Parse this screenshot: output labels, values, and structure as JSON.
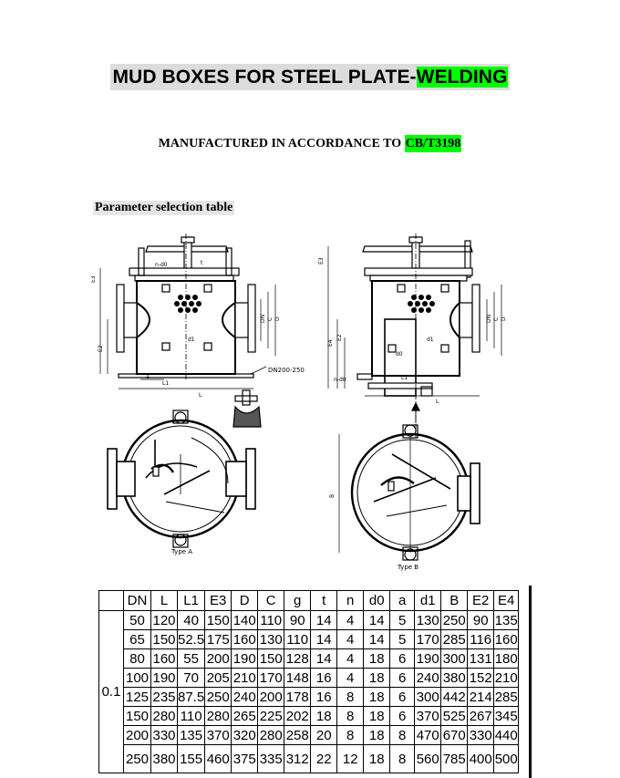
{
  "header": {
    "title_main": "MUD BOXES FOR STEEL PLATE-",
    "title_highlight": "WELDING",
    "subtitle_main": "MANUFACTURED IN ACCORDANCE TO ",
    "subtitle_highlight": "CB/T3198",
    "section_label": "Parameter selection table"
  },
  "drawing": {
    "type_a_label": "Type A",
    "type_b_label": "Type B",
    "dn_note": "DN200-250",
    "dim_labels": [
      "L",
      "L1",
      "a",
      "E3",
      "E2",
      "E4",
      "d0",
      "d1",
      "DN",
      "C",
      "D",
      "B",
      "t"
    ]
  },
  "table": {
    "columns": [
      "DN",
      "L",
      "L1",
      "E3",
      "D",
      "C",
      "g",
      "t",
      "n",
      "d0",
      "a",
      "d1",
      "B",
      "E2",
      "E4"
    ],
    "key_label": "0.1",
    "rows": [
      [
        "50",
        "120",
        "40",
        "150",
        "140",
        "110",
        "90",
        "14",
        "4",
        "14",
        "5",
        "130",
        "250",
        "90",
        "135"
      ],
      [
        "65",
        "150",
        "52.5",
        "175",
        "160",
        "130",
        "110",
        "14",
        "4",
        "14",
        "5",
        "170",
        "285",
        "116",
        "160"
      ],
      [
        "80",
        "160",
        "55",
        "200",
        "190",
        "150",
        "128",
        "14",
        "4",
        "18",
        "6",
        "190",
        "300",
        "131",
        "180"
      ],
      [
        "100",
        "190",
        "70",
        "205",
        "210",
        "170",
        "148",
        "16",
        "4",
        "18",
        "6",
        "240",
        "380",
        "152",
        "210"
      ],
      [
        "125",
        "235",
        "87.5",
        "250",
        "240",
        "200",
        "178",
        "16",
        "8",
        "18",
        "6",
        "300",
        "442",
        "214",
        "285"
      ],
      [
        "150",
        "280",
        "110",
        "280",
        "265",
        "225",
        "202",
        "18",
        "8",
        "18",
        "6",
        "370",
        "525",
        "267",
        "345"
      ],
      [
        "200",
        "330",
        "135",
        "370",
        "320",
        "280",
        "258",
        "20",
        "8",
        "18",
        "8",
        "470",
        "670",
        "330",
        "440"
      ],
      [
        "250",
        "380",
        "155",
        "460",
        "375",
        "335",
        "312",
        "22",
        "12",
        "18",
        "8",
        "560",
        "785",
        "400",
        "500"
      ]
    ]
  }
}
